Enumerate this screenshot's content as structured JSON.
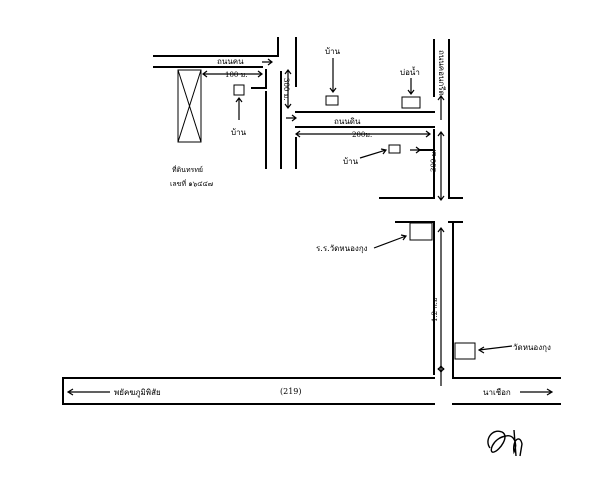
{
  "labels": {
    "road_top": "ถนนคน",
    "road_mid": "ถนนดิน",
    "road_vertical": "ถนนคอนกรีต",
    "house_1": "บ้าน",
    "house_2": "บ้าน",
    "house_3": "บ้าน",
    "well": "บ่อน้ำ",
    "land_1": "ที่ดินทรทย์",
    "land_2": "เลขที่ ๑๖๔๔๗",
    "school": "ร.ร.วัดหนองกุง",
    "temple": "วัดหนองกุง",
    "dist_100": "100 ม.",
    "dist_300a": "300 ม.",
    "dist_200": "200ม.",
    "dist_300b": "300 ม.",
    "dist_12km": "1.2 ก.ม",
    "highway": "(219)",
    "dir_left": "พยัคฆภูมิพิสัย",
    "dir_right": "นาเชือก"
  },
  "map_features": [
    "road",
    "building",
    "house",
    "well",
    "land-parcel",
    "school",
    "temple",
    "direction-arrow",
    "signature"
  ]
}
